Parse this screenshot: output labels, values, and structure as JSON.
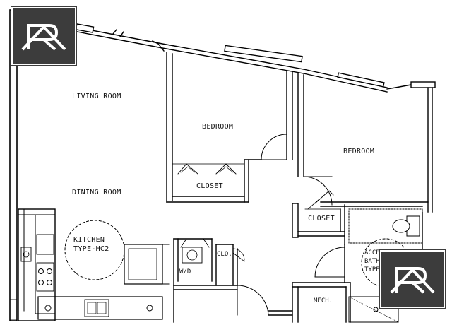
{
  "rooms": {
    "living": "LIVING ROOM",
    "dining": "DINING ROOM",
    "bedroom1": "BEDROOM",
    "bedroom2": "BEDROOM",
    "closet1": "CLOSET",
    "closet2": "CLOSET",
    "kitchen_line1": "KITCHEN",
    "kitchen_line2": "TYPE-HC2",
    "wd": "W/D",
    "clo": "CLO.",
    "mech": "MECH.",
    "bath_line1": "ACCESSIBLE",
    "bath_line2": "BATHROOM",
    "bath_line3": "TYPE-6"
  },
  "logo": {
    "icon": "brand-monogram-icon",
    "bg": "#3c3c3c",
    "fg": "#ffffff"
  }
}
